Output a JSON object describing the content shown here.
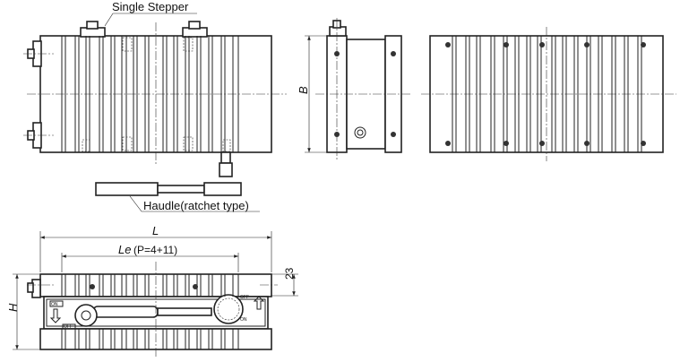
{
  "labels": {
    "single_stepper": "Single Stepper",
    "handle": "Haudle(ratchet type)",
    "dim_B": "B",
    "dim_L": "L",
    "dim_Le": "Le",
    "dim_P": "(P=4+11)",
    "dim_H": "H",
    "dim_23": "23",
    "on": "ON",
    "off": "OFF"
  }
}
